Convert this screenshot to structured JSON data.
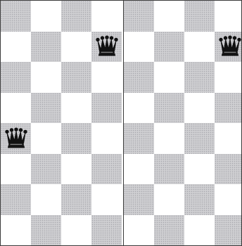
{
  "boards": [
    {
      "id": "left",
      "queens": [
        {
          "col": 3,
          "row": 1
        },
        {
          "col": 0,
          "row": 4
        }
      ]
    },
    {
      "id": "right",
      "queens": [
        {
          "col": 3,
          "row": 1
        }
      ]
    }
  ],
  "colors": {
    "dark_square": "#cfcfd2",
    "light_square": "#ffffff",
    "queen": "#111111",
    "border": "#3a3a3a"
  },
  "icons": {
    "queen": "chess-queen-icon"
  }
}
